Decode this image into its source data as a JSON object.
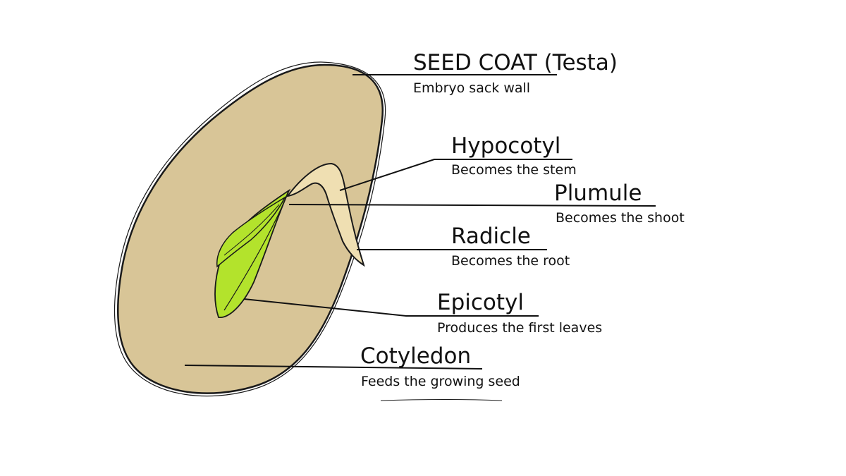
{
  "colors": {
    "seed_fill": "#d8c597",
    "seed_stroke": "#1a1a1a",
    "leaf_fill": "#b3e32c",
    "hypocotyl_fill": "#efdfb2",
    "line": "#111111",
    "background": "#ffffff"
  },
  "labels": {
    "seed_coat": {
      "title": "SEED COAT",
      "title_suffix": " (Testa)",
      "desc": "Embryo sack wall"
    },
    "hypocotyl": {
      "title": "Hypocotyl",
      "desc": "Becomes the stem"
    },
    "plumule": {
      "title": "Plumule",
      "desc": "Becomes the shoot"
    },
    "radicle": {
      "title": "Radicle",
      "desc": "Becomes the root"
    },
    "epicotyl": {
      "title": "Epicotyl",
      "desc": "Produces the first leaves"
    },
    "cotyledon": {
      "title": "Cotyledon",
      "desc": "Feeds the growing seed"
    }
  }
}
